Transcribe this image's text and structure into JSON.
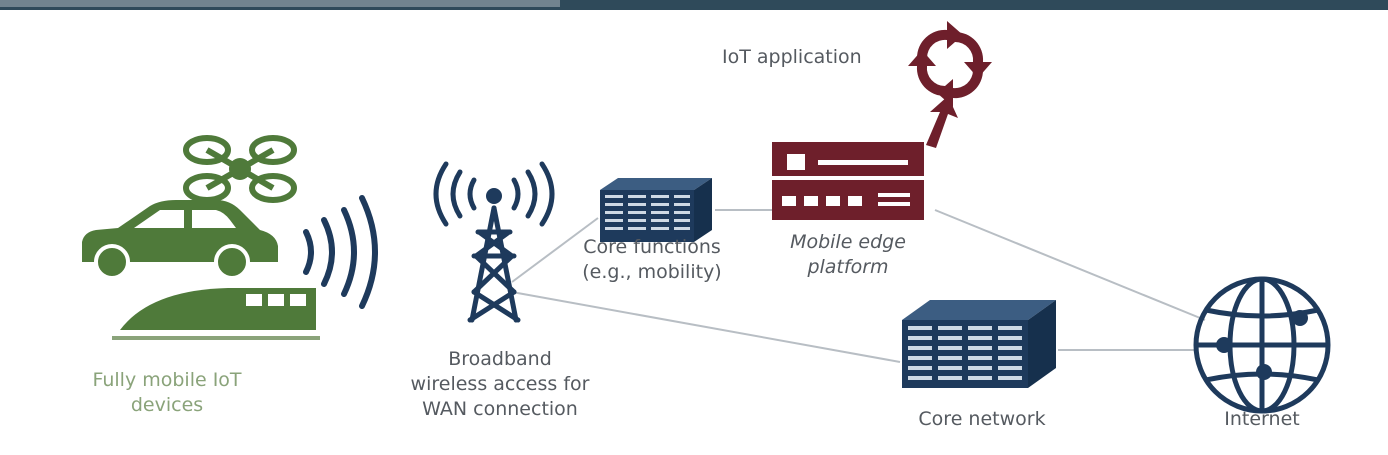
{
  "labels": {
    "iot_application": "IoT application",
    "mobile_edge_line1": "Mobile edge",
    "mobile_edge_line2": "platform",
    "core_functions_line1": "Core functions",
    "core_functions_line2": "(e.g., mobility)",
    "broadband_line1": "Broadband",
    "broadband_line2": "wireless access for",
    "broadband_line3": "WAN connection",
    "devices_line1": "Fully mobile IoT",
    "devices_line2": "devices",
    "core_network": "Core network",
    "internet": "Internet"
  },
  "colors": {
    "navy": "#1e3a5c",
    "maroon": "#6e1f2b",
    "green": "#4f7a3a",
    "light_green": "#8aa37a",
    "line_gray": "#b8bec4",
    "text_gray": "#555a60"
  },
  "icons": {
    "cycle": "cycle-arrows-icon",
    "edge_server": "edge-server-icon",
    "core_servers": "server-rack-icon",
    "tower": "cell-tower-icon",
    "globe": "globe-icon",
    "drone": "drone-icon",
    "car": "car-icon",
    "train": "train-icon",
    "signal": "signal-waves-icon"
  }
}
